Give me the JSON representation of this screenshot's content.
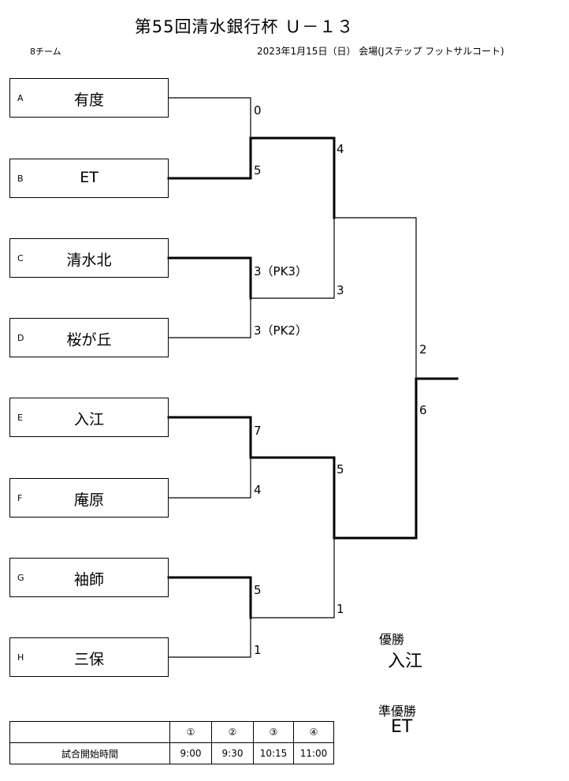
{
  "header": {
    "title": "第55回清水銀行杯 Ｕ－１３",
    "teams_count": "8チーム",
    "date_venue": "2023年1月15日（日） 会場(Jステップ フットサルコート)"
  },
  "teams": [
    {
      "letter": "A",
      "name": "有度"
    },
    {
      "letter": "B",
      "name": "ET"
    },
    {
      "letter": "C",
      "name": "清水北"
    },
    {
      "letter": "D",
      "name": "桜が丘"
    },
    {
      "letter": "E",
      "name": "入江"
    },
    {
      "letter": "F",
      "name": "庵原"
    },
    {
      "letter": "G",
      "name": "袖師"
    },
    {
      "letter": "H",
      "name": "三保"
    }
  ],
  "round1_scores": [
    "0",
    "5",
    "3（PK3）",
    "3（PK2）",
    "7",
    "4",
    "5",
    "1"
  ],
  "semifinal_scores": [
    "4",
    "3",
    "5",
    "1"
  ],
  "final_scores": [
    "2",
    "6"
  ],
  "results": {
    "champion_label": "優勝",
    "champion": "入江",
    "runner_up_label": "準優勝",
    "runner_up": "ET"
  },
  "schedule": {
    "label": "試合開始時間",
    "rounds": [
      "①",
      "②",
      "③",
      "④"
    ],
    "times": [
      "9:00",
      "9:30",
      "10:15",
      "11:00"
    ]
  }
}
